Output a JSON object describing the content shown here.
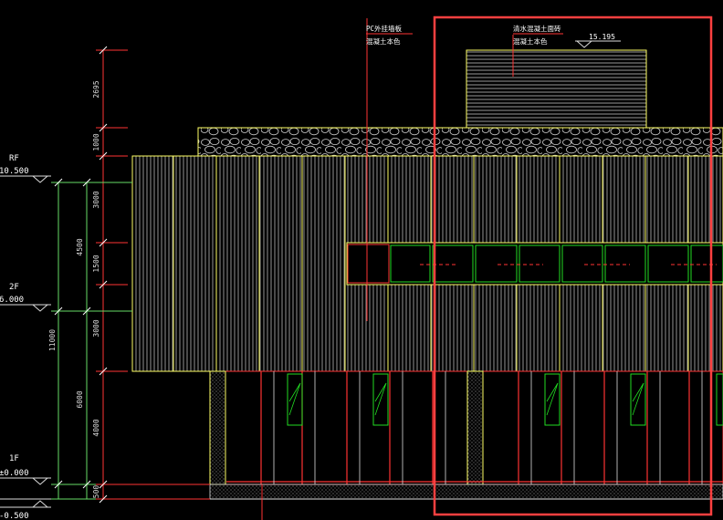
{
  "levels": {
    "rf": {
      "name": "RF",
      "elev": "10.500"
    },
    "f2": {
      "name": "2F",
      "elev": "6.000"
    },
    "f1": {
      "name": "1F",
      "elev": "±0.000"
    },
    "ground": {
      "elev": "-0.500"
    }
  },
  "dims_right": {
    "d1": "2695",
    "d2": "1000",
    "d3": "3000",
    "d4": "1500",
    "d5": "3000",
    "d6": "4000",
    "d7": "500"
  },
  "dims_left": {
    "a": "4500",
    "b": "11000",
    "c": "6000"
  },
  "notes": {
    "pc_line1": "PC外挂墙板",
    "pc_line2": "混凝土本色",
    "top_line1": "清水混凝土面砖",
    "top_line2": "混凝土本色",
    "top_elev": "15.195"
  },
  "colors": {
    "background": "#000000",
    "outline": "#ffff66",
    "structure": "#ff3333",
    "window": "#22dd22",
    "dimension": "#66dd66",
    "text": "#ffffff",
    "highlight": "#ff4040"
  }
}
